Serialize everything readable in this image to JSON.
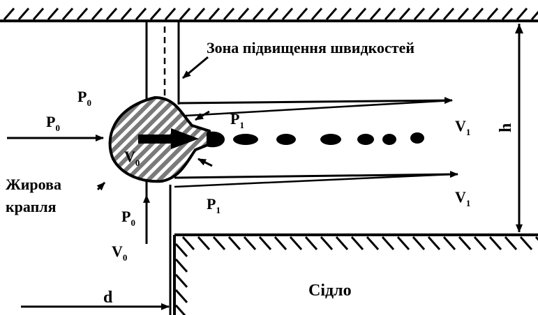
{
  "title": "Зона підвищення швидкостей",
  "labels": {
    "drop": [
      "Жирова",
      "крапля"
    ],
    "seat": "Сідло",
    "h": "h",
    "d": "d",
    "P0": {
      "base": "P",
      "sub": "0"
    },
    "P1": {
      "base": "P",
      "sub": "1"
    },
    "V0": {
      "base": "V",
      "sub": "0"
    },
    "V1": {
      "base": "V",
      "sub": "1"
    }
  },
  "colors": {
    "line": "#000000",
    "hatch": "#777777",
    "background": "#ffffff"
  }
}
